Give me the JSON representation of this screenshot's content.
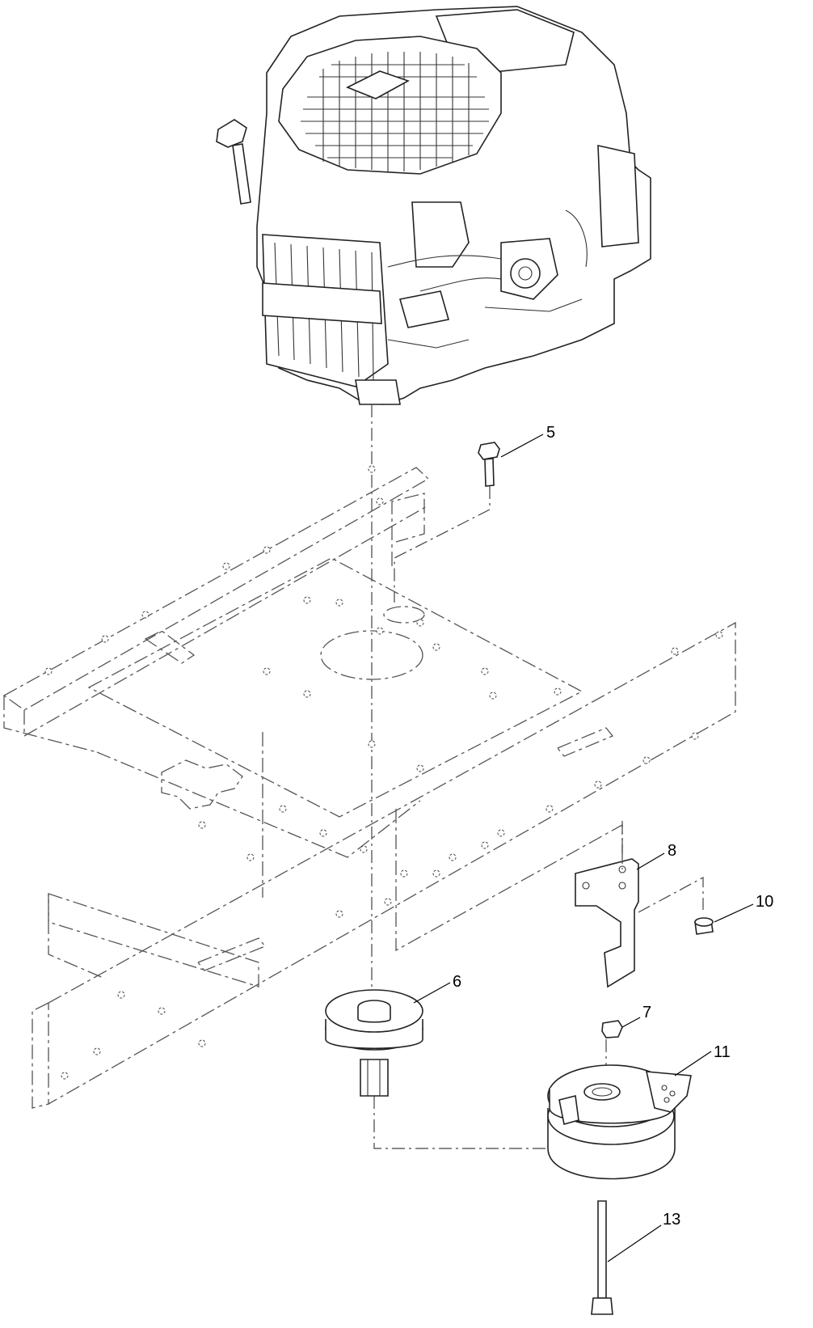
{
  "callouts": [
    {
      "id": "5",
      "label": "5"
    },
    {
      "id": "6",
      "label": "6"
    },
    {
      "id": "7",
      "label": "7"
    },
    {
      "id": "8",
      "label": "8"
    },
    {
      "id": "10",
      "label": "10"
    },
    {
      "id": "11",
      "label": "11"
    },
    {
      "id": "13",
      "label": "13"
    }
  ],
  "colors": {
    "line": "#222222",
    "phantom": "#555555",
    "background": "#ffffff"
  }
}
